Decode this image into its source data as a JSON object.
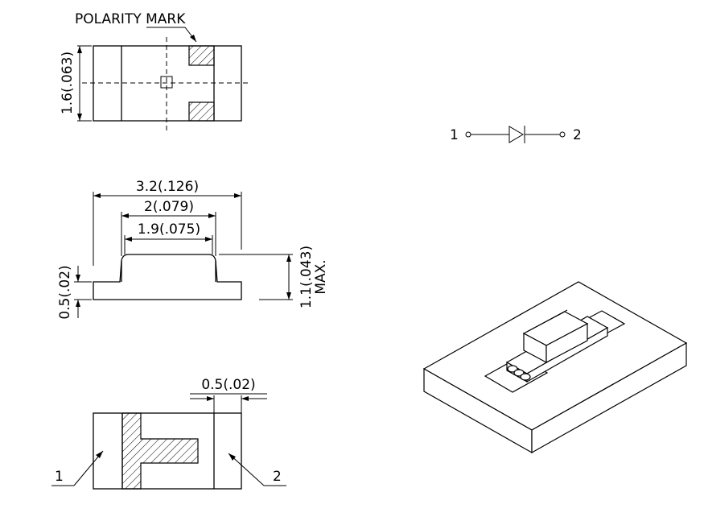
{
  "top_view": {
    "polarity_label": "POLARITY MARK",
    "width_dim": "1.6(.063)"
  },
  "side_view": {
    "length_dim": "3.2(.126)",
    "body_dim": "2(.079)",
    "top_dim": "1.9(.075)",
    "height_dim": "1.1(.043)",
    "height_note": "MAX.",
    "terminal_dim": "0.5(.02)"
  },
  "bottom_view": {
    "pad_dim": "0.5(.02)",
    "pin1_label": "1",
    "pin2_label": "2"
  },
  "schematic": {
    "pin1": "1",
    "pin2": "2"
  }
}
